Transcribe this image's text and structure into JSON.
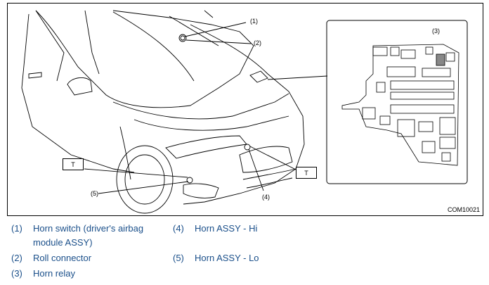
{
  "figure": {
    "code": "COM10021",
    "callouts": {
      "c1": "(1)",
      "c2": "(2)",
      "c3": "(3)",
      "c4": "(4)",
      "c5": "(5)"
    },
    "t_label": "T"
  },
  "legend": {
    "items": [
      {
        "num": "(1)",
        "text": "Horn switch (driver's airbag",
        "text2": "module ASSY)"
      },
      {
        "num": "(2)",
        "text": "Roll connector"
      },
      {
        "num": "(3)",
        "text": "Horn relay"
      },
      {
        "num": "(4)",
        "text": "Horn ASSY - Hi"
      },
      {
        "num": "(5)",
        "text": "Horn ASSY - Lo"
      }
    ]
  }
}
